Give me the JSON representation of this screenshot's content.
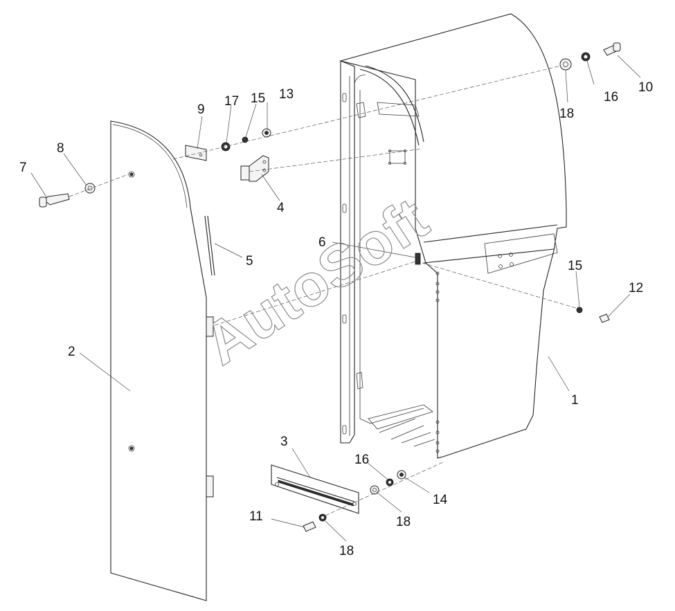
{
  "diagram": {
    "watermark": "AutoSoft",
    "callouts": [
      {
        "id": "c1",
        "label": "1"
      },
      {
        "id": "c2",
        "label": "2"
      },
      {
        "id": "c3",
        "label": "3"
      },
      {
        "id": "c4",
        "label": "4"
      },
      {
        "id": "c5",
        "label": "5"
      },
      {
        "id": "c6",
        "label": "6"
      },
      {
        "id": "c7",
        "label": "7"
      },
      {
        "id": "c8",
        "label": "8"
      },
      {
        "id": "c9",
        "label": "9"
      },
      {
        "id": "c10",
        "label": "10"
      },
      {
        "id": "c11",
        "label": "11"
      },
      {
        "id": "c12",
        "label": "12"
      },
      {
        "id": "c13",
        "label": "13"
      },
      {
        "id": "c14",
        "label": "14"
      },
      {
        "id": "c15a",
        "label": "15"
      },
      {
        "id": "c15b",
        "label": "15"
      },
      {
        "id": "c16a",
        "label": "16"
      },
      {
        "id": "c16b",
        "label": "16"
      },
      {
        "id": "c17",
        "label": "17"
      },
      {
        "id": "c18a",
        "label": "18"
      },
      {
        "id": "c18b",
        "label": "18"
      },
      {
        "id": "c18c",
        "label": "18"
      }
    ]
  }
}
